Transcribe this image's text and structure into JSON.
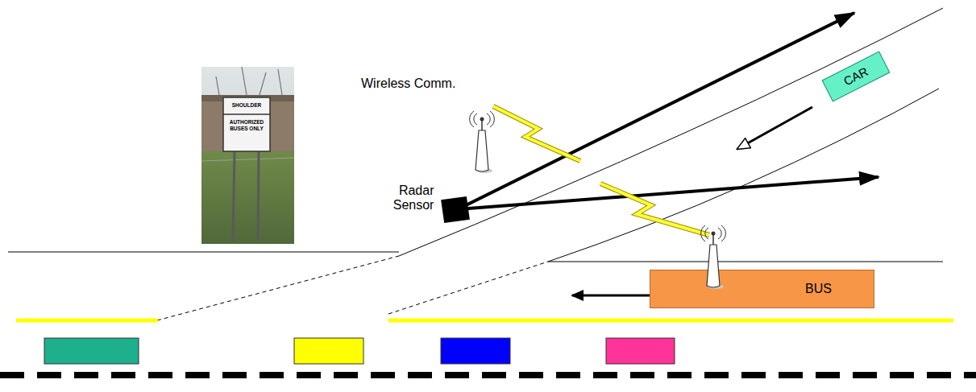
{
  "diagram": {
    "nodes": [
      {
        "text": [
          "CAR"
        ]
      },
      {
        "text": [
          "Radar Sensor"
        ]
      },
      {
        "text": [
          "BUS"
        ]
      }
    ],
    "labels": [
      "SHOULDER",
      "AUTHORIZED BUSES ONLY",
      "Wireless Comm."
    ]
  }
}
